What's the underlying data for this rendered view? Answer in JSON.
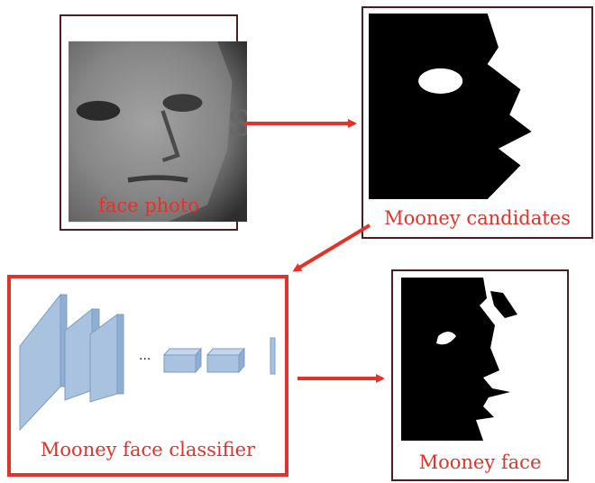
{
  "nodes": {
    "face_photo": {
      "label": "face photo"
    },
    "candidates": {
      "label": "Mooney candidates"
    },
    "classifier": {
      "label": "Mooney face classifier",
      "ellipsis": "..."
    },
    "mooney_face": {
      "label": "Mooney face"
    }
  },
  "colors": {
    "accent": "#e2332a",
    "frame": "#4a1f1f",
    "layer": "#a8c2e0"
  }
}
